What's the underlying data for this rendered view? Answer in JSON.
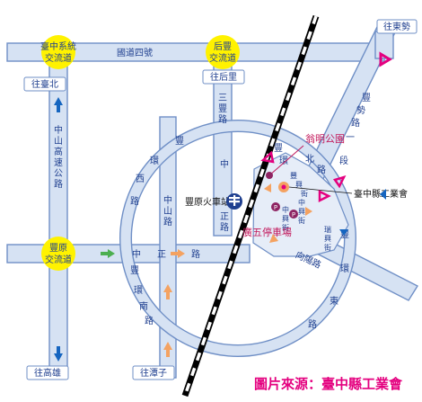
{
  "colors": {
    "road_fill": "#d6e2f3",
    "road_stroke": "#6f8fc6",
    "interchange": "#fff200",
    "label_blue": "#1f3f8f",
    "accent_pink": "#e4007f",
    "arrow_orange": "#f4a261",
    "arrow_blue": "#1565c0",
    "arrow_green": "#4caf50",
    "rail_black": "#000000"
  },
  "interchanges": [
    {
      "line1": "臺中系統",
      "line2": "交流道"
    },
    {
      "line1": "后豐",
      "line2": "交流道"
    },
    {
      "line1": "豐原",
      "line2": "交流道"
    }
  ],
  "direction_boxes": {
    "east": "往東勢",
    "taichung": "往臺北",
    "houli": "往后里",
    "kaohsiung": "往高雄",
    "tanzi": "往潭子"
  },
  "roads": {
    "guodao4": "國道四號",
    "sanfeng": "三豐路",
    "zhongshan_hwy": "中山高速公路",
    "fengshi": "豐勢路一段",
    "ring_n": "豐環北路",
    "ring_w": "豐環西路",
    "ring_s": "豐環南路",
    "ring_e": "豐環東路",
    "zhongzheng_v": "中正路",
    "zhongzheng_h": "中正路",
    "zhongshan_rd": "中山路",
    "zhongxing": "中興街",
    "xiangyang": "向陽路",
    "ruifeng": "瑞興街"
  },
  "landmarks": {
    "station": "豐原火車站",
    "park": "翁明公園",
    "union": "臺中縣工業會",
    "parking": "廣五停車場",
    "fengxing": "豐興街",
    "zhongxing_st": "中興街"
  },
  "icons": {
    "station": "train-station-icon",
    "parking": "parking-icon",
    "target": "destination-marker-icon"
  },
  "parking_letter": "P",
  "caption": "圖片來源：臺中縣工業會"
}
